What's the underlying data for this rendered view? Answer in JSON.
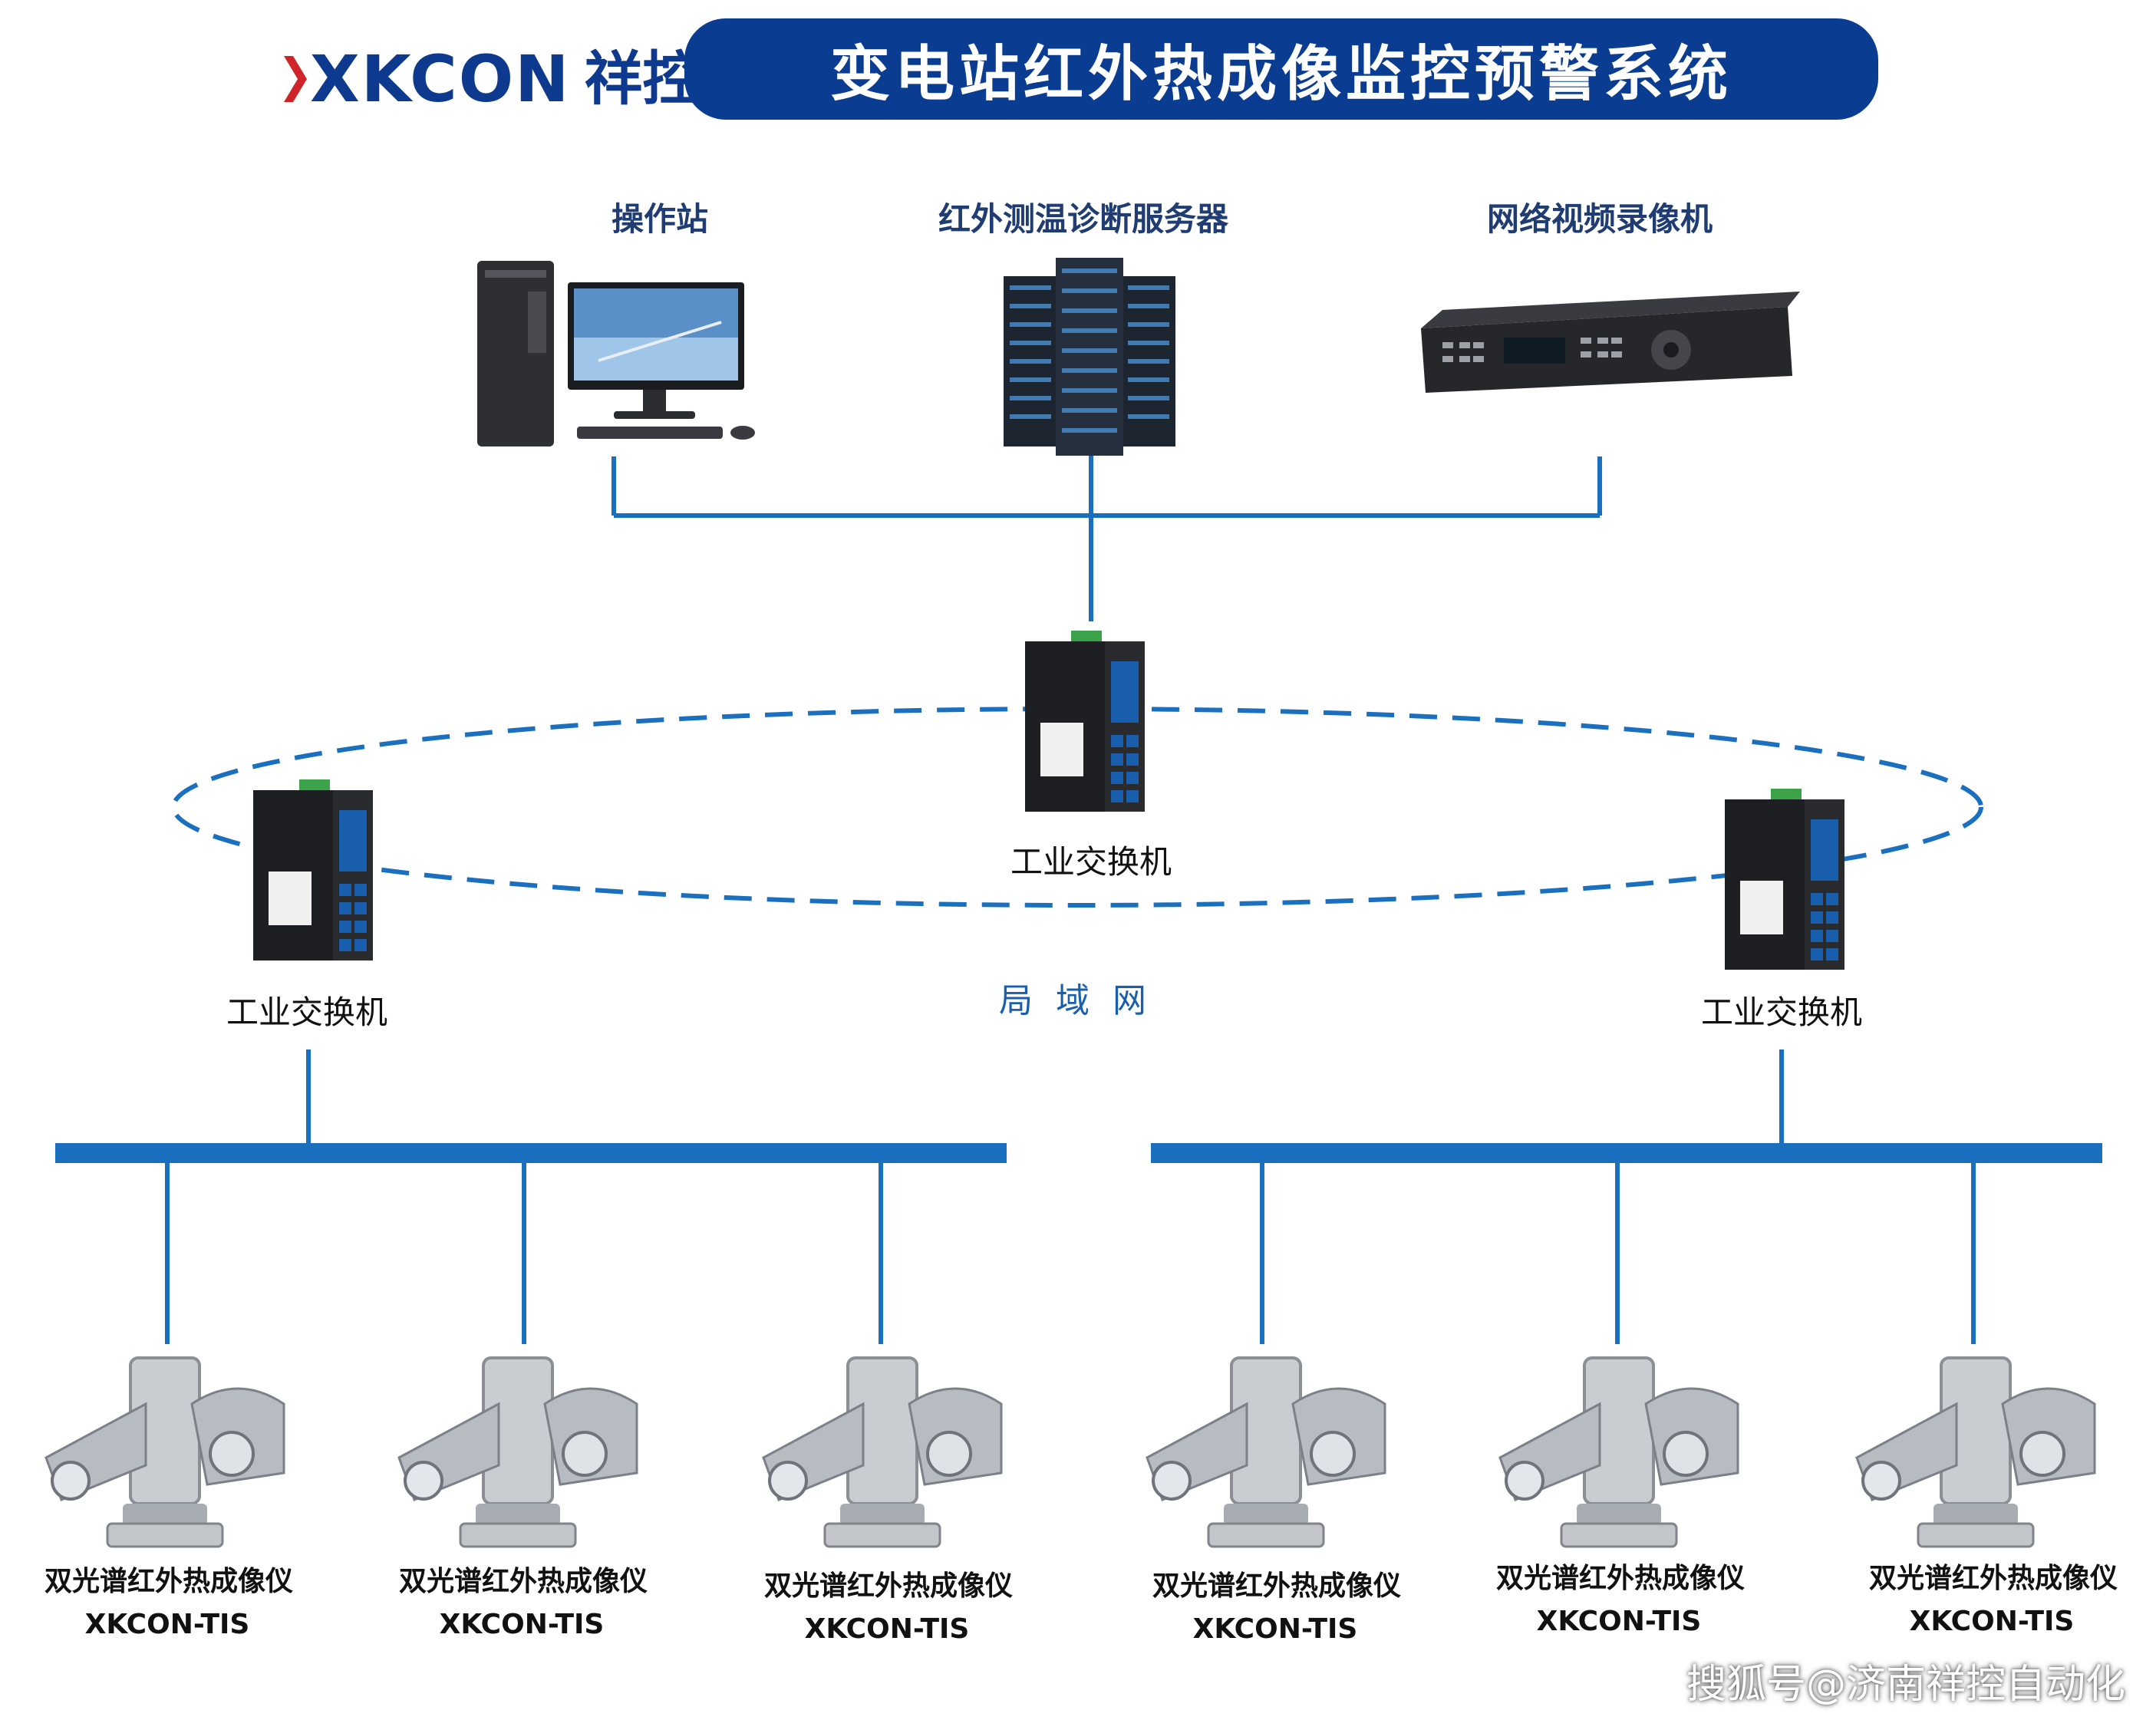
{
  "header": {
    "brand": "XKCON",
    "brand_cn": "祥控",
    "title": "变电站红外热成像监控预警系统"
  },
  "devices": {
    "workstation": "操作站",
    "server": "红外测温诊断服务器",
    "nvr": "网络视频录像机"
  },
  "switches": {
    "center": "工业交换机",
    "left": "工业交换机",
    "right": "工业交换机"
  },
  "network": {
    "lan": "局 域 网"
  },
  "cameras": [
    {
      "name": "双光谱红外热成像仪",
      "model": "XKCON-TIS"
    },
    {
      "name": "双光谱红外热成像仪",
      "model": "XKCON-TIS"
    },
    {
      "name": "双光谱红外热成像仪",
      "model": "XKCON-TIS"
    },
    {
      "name": "双光谱红外热成像仪",
      "model": "XKCON-TIS"
    },
    {
      "name": "双光谱红外热成像仪",
      "model": "XKCON-TIS"
    },
    {
      "name": "双光谱红外热成像仪",
      "model": "XKCON-TIS"
    }
  ],
  "watermark": "搜狐号@济南祥控自动化",
  "colors": {
    "banner": "#0a3d91",
    "line": "#1a6fbf",
    "text_blue": "#1f3c73"
  }
}
